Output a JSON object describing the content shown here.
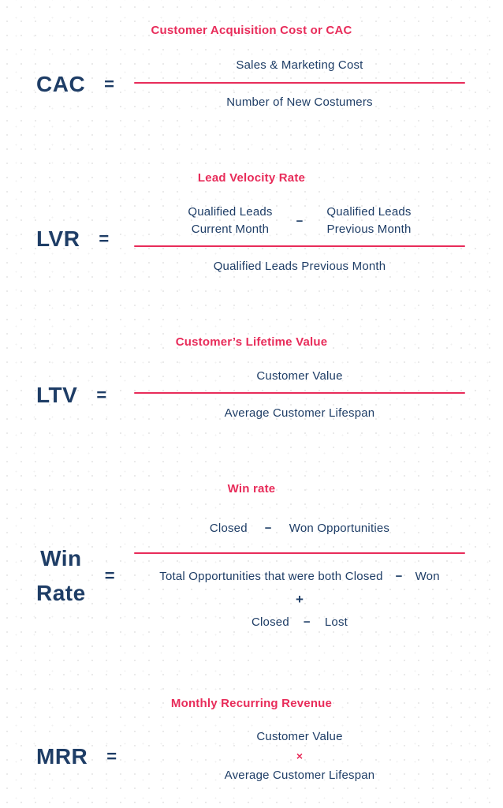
{
  "colors": {
    "accent_pink": "#e82c5a",
    "navy_text": "#1e3d66"
  },
  "sections": [
    {
      "id": "cac",
      "title": "Customer Acquisition Cost or CAC",
      "label": "CAC",
      "equals": "=",
      "numerator": "Sales & Marketing Cost",
      "denominator": "Number of New Costumers"
    },
    {
      "id": "lvr",
      "title": "Lead Velocity Rate",
      "label": "LVR",
      "equals": "=",
      "numerator": {
        "left": {
          "line1": "Qualified Leads",
          "line2": "Current Month"
        },
        "minus": "−",
        "right": {
          "line1": "Qualified Leads",
          "line2": "Previous Month"
        }
      },
      "denominator": "Qualified Leads Previous Month"
    },
    {
      "id": "ltv",
      "title": "Customer’s Lifetime Value",
      "label": "LTV",
      "equals": "=",
      "numerator": "Customer Value",
      "denominator": "Average Customer Lifespan"
    },
    {
      "id": "winrate",
      "title": "Win rate",
      "label_line1": "Win",
      "label_line2": "Rate",
      "equals": "=",
      "numerator": {
        "left": "Closed",
        "minus": "−",
        "right": "Won Opportunities"
      },
      "denominator": {
        "line1_left": "Total  Opportunities that were both Closed",
        "line1_minus": "−",
        "line1_right": "Won",
        "plus": "+",
        "line2_left": "Closed",
        "line2_minus": "−",
        "line2_right": "Lost"
      }
    },
    {
      "id": "mrr",
      "title": "Monthly Recurring Revenue",
      "label": "MRR",
      "equals": "=",
      "top": "Customer Value",
      "times": "×",
      "bottom": "Average Customer Lifespan"
    }
  ]
}
